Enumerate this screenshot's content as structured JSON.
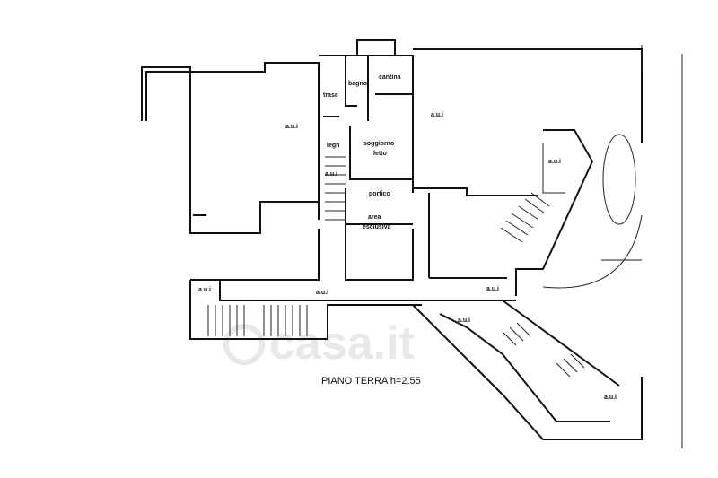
{
  "plan": {
    "title": "PIANO TERRA h=2.55",
    "watermark": "casa.it",
    "rooms": {
      "aui_left": "a.u.i",
      "aui_right": "a.u.i",
      "aui_stair": "a.u.i",
      "aui_angled": "a.u.i",
      "aui_corridor_left": "a.u.i",
      "aui_corridor_mid": "a.u.i",
      "aui_corridor_right": "a.u.i",
      "aui_lower_ramp": "a.u.i",
      "aui_far_right": "a.u.i",
      "bagno": "bagno",
      "cantina": "cantina",
      "trasc": "trasc",
      "legn": "legn",
      "soggiorno_1": "soggiorno",
      "soggiorno_2": "letto",
      "portico": "portico",
      "area_1": "area",
      "area_2": "esclusiva"
    }
  }
}
